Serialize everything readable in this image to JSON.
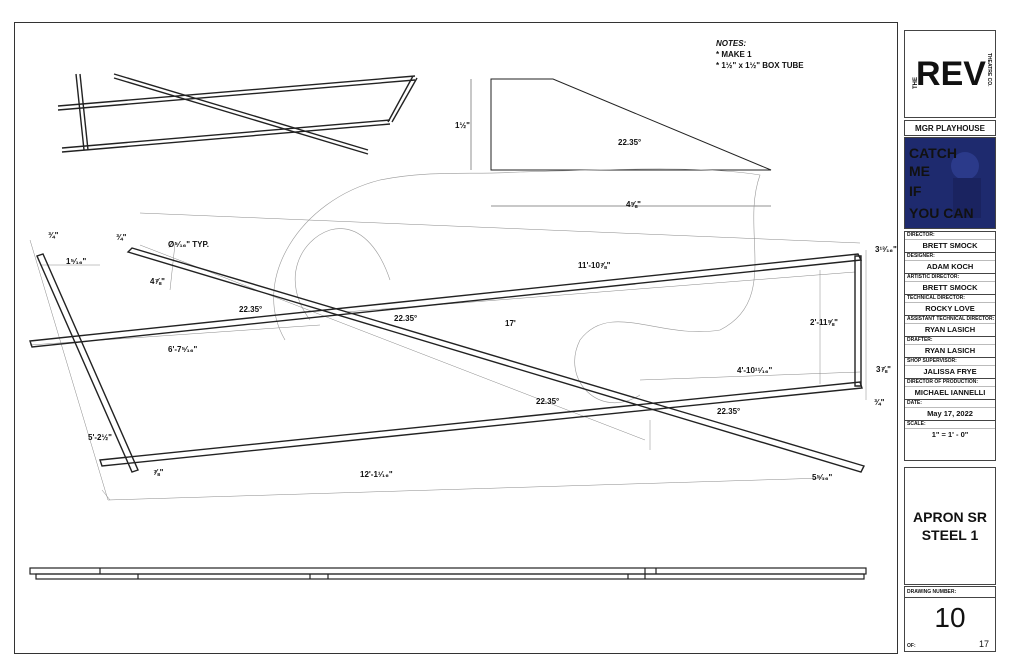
{
  "notes": {
    "header": "NOTES:",
    "items": [
      "* MAKE 1",
      "* 1½\" x 1½\" BOX TUBE"
    ]
  },
  "logo": {
    "text": "REV",
    "side_left": "THE",
    "side_right": "THEATRE CO.",
    "color": "#e020a0"
  },
  "venue": "MGR PLAYHOUSE",
  "show_art": {
    "lines": [
      "CATCH",
      "ME",
      "IF",
      "YOU CAN"
    ],
    "background": "#1e2a6e",
    "text_color": "#5ac8ff"
  },
  "credits": [
    {
      "label": "DIRECTOR:",
      "value": "BRETT SMOCK"
    },
    {
      "label": "DESIGNER:",
      "value": "ADAM KOCH"
    },
    {
      "label": "ARTISTIC DIRECTOR:",
      "value": "BRETT SMOCK"
    },
    {
      "label": "TECHNICAL DIRECTOR:",
      "value": "ROCKY LOVE"
    },
    {
      "label": "ASSISTANT TECHNICAL DIRECTOR:",
      "value": "RYAN LASICH"
    },
    {
      "label": "DRAFTER:",
      "value": "RYAN LASICH"
    },
    {
      "label": "SHOP SUPERVISOR:",
      "value": "JALISSA FRYE"
    },
    {
      "label": "DIRECTOR OF PRODUCTION:",
      "value": "MICHAEL IANNELLI"
    },
    {
      "label": "DATE:",
      "value": "May 17, 2022"
    },
    {
      "label": "SCALE:",
      "value": "1\" = 1' - 0\""
    }
  ],
  "title": {
    "line1": "APRON SR",
    "line2": "STEEL 1"
  },
  "drawing_number": {
    "label": "DRAWING NUMBER:",
    "value": "10",
    "of_label": "OF:",
    "of_value": "17"
  },
  "dimensions": {
    "gusset_height": "1½\"",
    "gusset_angle": "22.35°",
    "gusset_width": "4⅝\"",
    "dia_typ": "Ø⁵⁄₁₆\" TYP.",
    "tube_left_top": "¾\"",
    "tube_left_offset": "1⁵⁄₁₆\"",
    "tube_diag_top": "¾\"",
    "tube_diag_inset": "4⅞\"",
    "top_rail_length": "11'-10⅞\"",
    "top_right_offset": "3¹³⁄₁₆\"",
    "angle_a": "22.35°",
    "angle_b": "22.35°",
    "angle_c": "22.35°",
    "angle_d": "22.35°",
    "diag_length": "17'",
    "right_post": "2'-11⅝\"",
    "left_rail_part": "6'-7⁵⁄₁₆\"",
    "bottom_mid": "4'-10¹¹⁄₁₆\"",
    "right_low_offset": "3⅞\"",
    "right_low_tube": "¾\"",
    "left_leg": "5'-2½\"",
    "left_leg_bottom": "⅞\"",
    "bottom_rail_length": "12'-1¹⁄₁₆\"",
    "diag_end": "5⁵⁄₁₆\""
  }
}
